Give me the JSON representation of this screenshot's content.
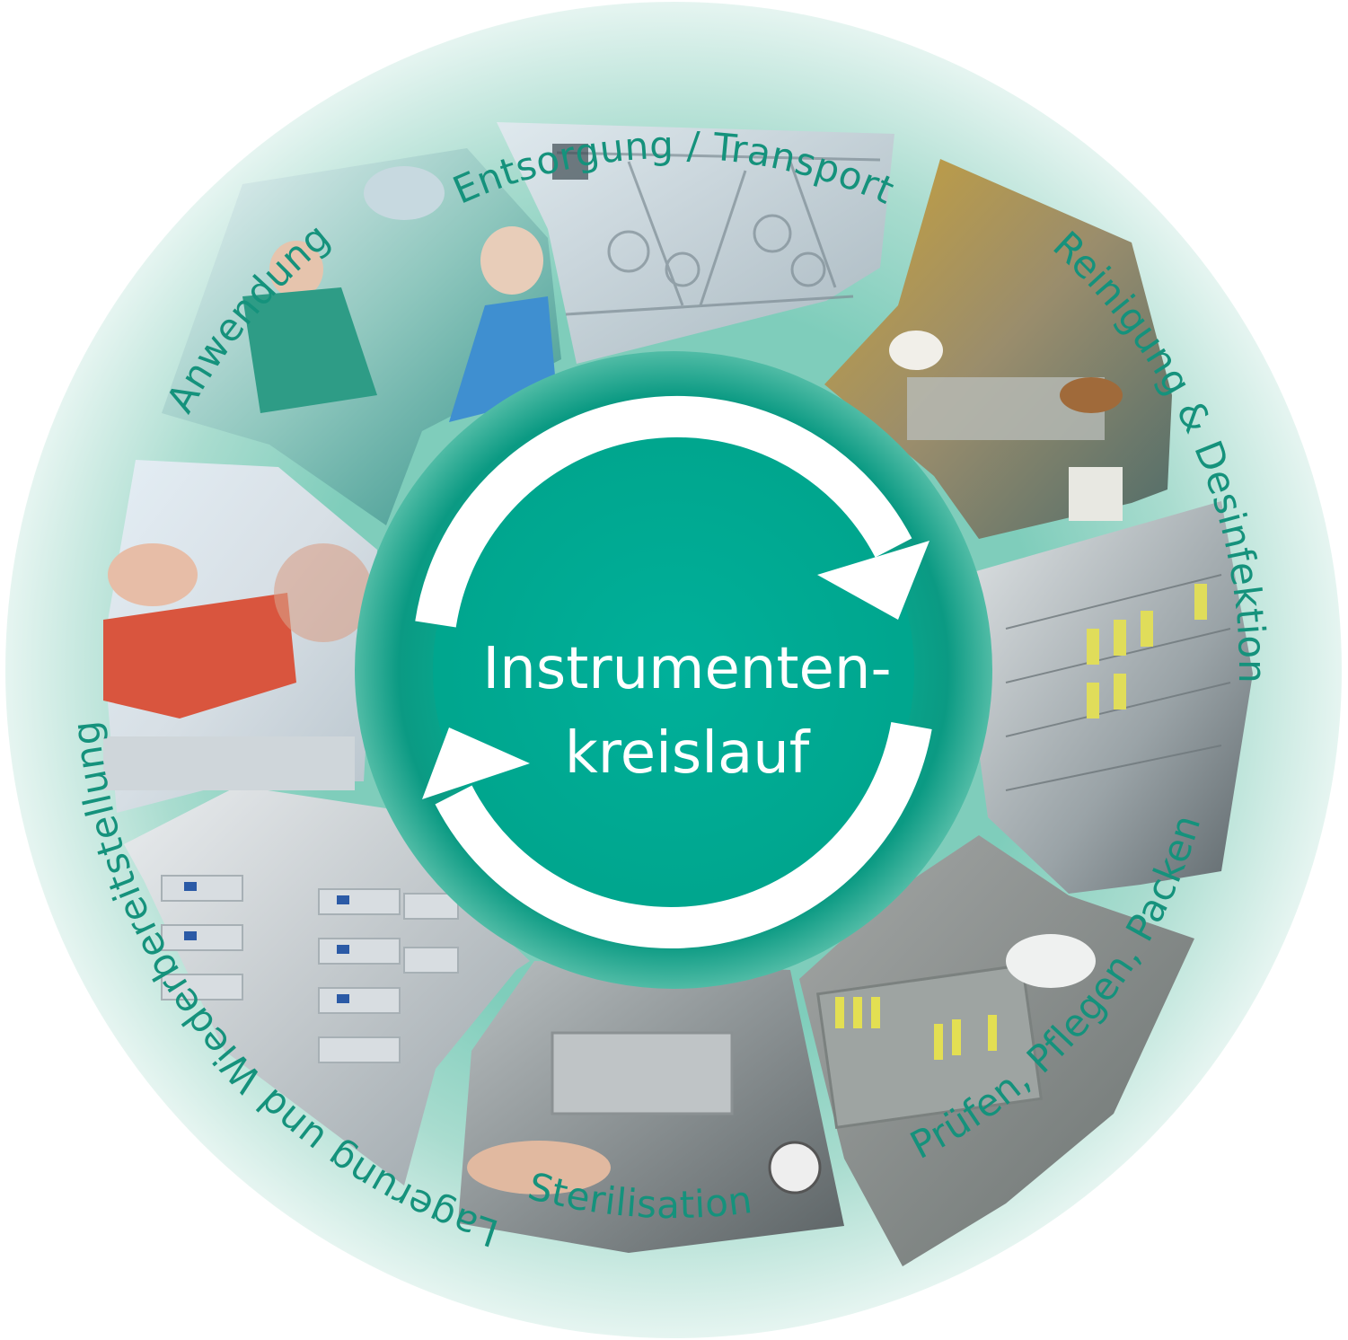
{
  "diagram": {
    "center": {
      "line1": "Instrumenten-",
      "line2": "kreislauf"
    },
    "stages": [
      {
        "id": "entsorgung",
        "label": "Entsorgung / Transport"
      },
      {
        "id": "reinigung",
        "label": "Reinigung & Desinfektion"
      },
      {
        "id": "pruefen",
        "label": "Prüfen, Pflegen, Packen"
      },
      {
        "id": "sterilisation",
        "label": "Sterilisation"
      },
      {
        "id": "lagerung",
        "label": "Lagerung und Wiederbereitstellung"
      },
      {
        "id": "anwendung",
        "label": "Anwendung"
      }
    ]
  },
  "colors": {
    "ring_light": "#e3f3ef",
    "ring_mid": "#9ed8cb",
    "teal": "#0aa88e",
    "teal_dark": "#067d6a",
    "label": "#15927c"
  },
  "photo_icons": [
    "instrument-tray-photo",
    "cleaning-basket-photo",
    "washer-rack-photo",
    "packing-photo",
    "sterilizer-photo",
    "storage-shelf-photo",
    "red-container-photo",
    "surgery-photo"
  ]
}
